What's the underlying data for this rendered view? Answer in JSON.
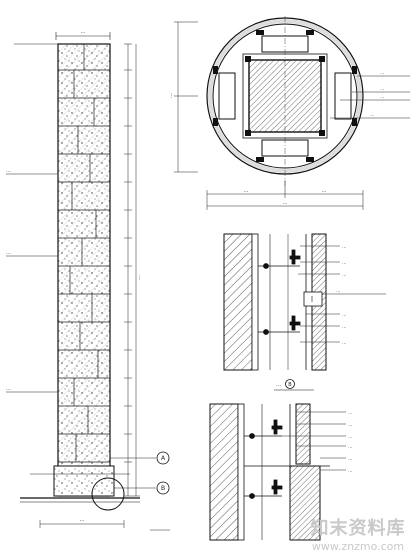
{
  "watermark": {
    "logo_text": "知末资料库",
    "url_text": "www.znzmo.com"
  },
  "column_elevation": {
    "side_notes": [
      "…",
      "…",
      "…"
    ],
    "dimensions": [
      "…",
      "…",
      "…",
      "…"
    ]
  },
  "plan_section": {
    "top_dimension": "…",
    "bottom_dimensions": [
      "…",
      "…",
      "…"
    ],
    "callouts": [
      "…",
      "…",
      "…",
      "…"
    ]
  },
  "detail_upper": {
    "callouts": [
      "…",
      "…",
      "…",
      "…",
      "…",
      "…",
      "…"
    ],
    "caption": "…",
    "marker": "B"
  },
  "detail_lower": {
    "callouts": [
      "…",
      "…",
      "…",
      "…",
      "…",
      "…"
    ]
  },
  "markers": {
    "a": "A",
    "b": "B"
  }
}
